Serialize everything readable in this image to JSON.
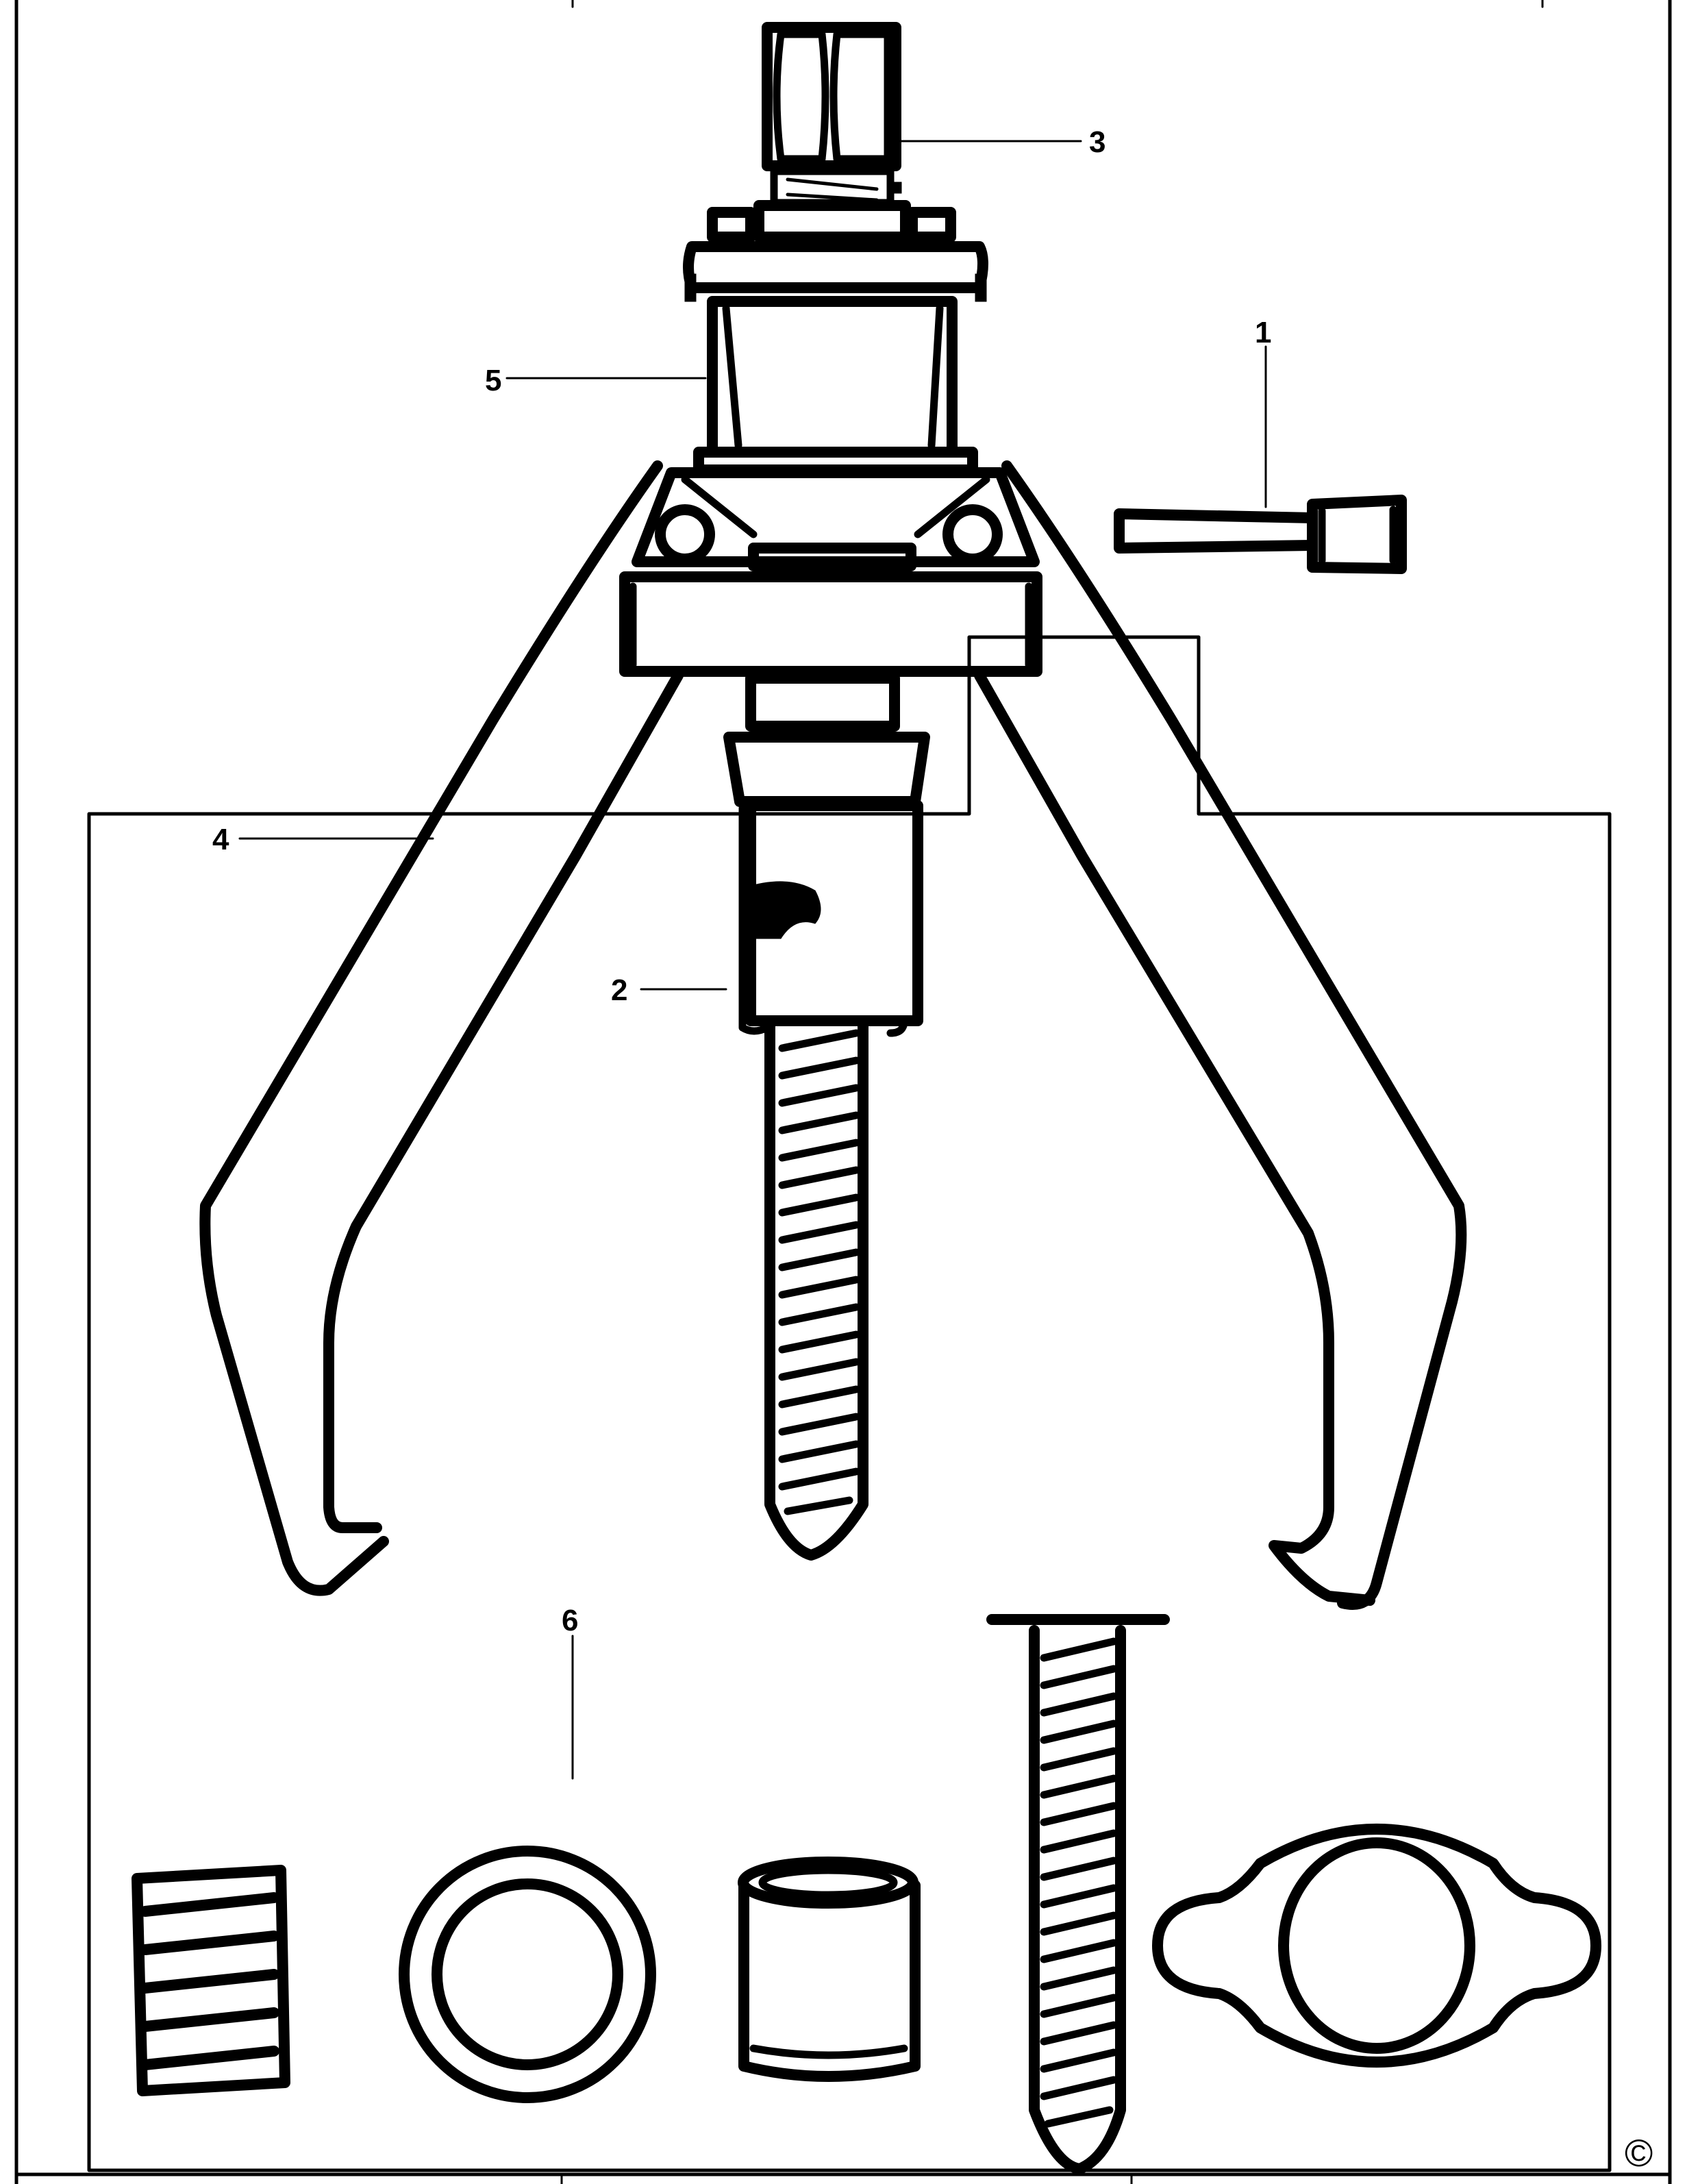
{
  "figure": {
    "callouts": [
      {
        "id": "1",
        "label": "1"
      },
      {
        "id": "2",
        "label": "2"
      },
      {
        "id": "3",
        "label": "3"
      },
      {
        "id": "4",
        "label": "4"
      },
      {
        "id": "5",
        "label": "5"
      },
      {
        "id": "6",
        "label": "6"
      }
    ],
    "copyright_symbol": "©"
  },
  "colors": {
    "ink": "#000000",
    "paper": "#ffffff"
  }
}
